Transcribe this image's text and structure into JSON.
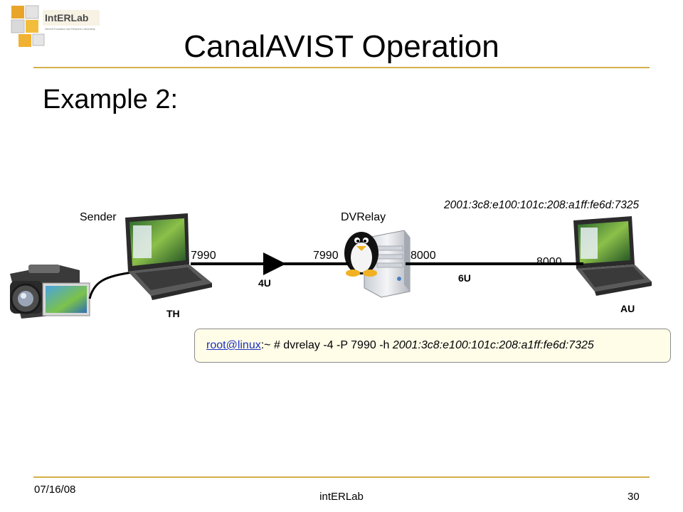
{
  "slide": {
    "title": "CanalAVIST Operation",
    "subtitle": "Example 2:",
    "logo_text": "IntERLab",
    "logo_tagline": "Internet Education and Research Laboratory"
  },
  "diagram": {
    "sender_label": "Sender",
    "relay_label": "DVRelay",
    "receiver_address": "2001:3c8:e100:101c:208:a1ff:fe6d:7325",
    "sender_port": "7990",
    "relay_in_port": "7990",
    "relay_out_port": "8000",
    "receiver_port": "8000",
    "link1_label": "4U",
    "link2_label": "6U",
    "sender_tag": "TH",
    "receiver_tag": "AU"
  },
  "command": {
    "prompt_link": "root@linux",
    "mid": ":~ # dvrelay -4 -P 7990 -h ",
    "address": "2001:3c8:e100:101c:208:a1ff:fe6d:7325"
  },
  "footer": {
    "date": "07/16/08",
    "center": "intERLab",
    "page": "30"
  },
  "colors": {
    "accent_rule": "#d4b04a",
    "link": "#1d2fc2",
    "command_bg": "#fffde8"
  }
}
